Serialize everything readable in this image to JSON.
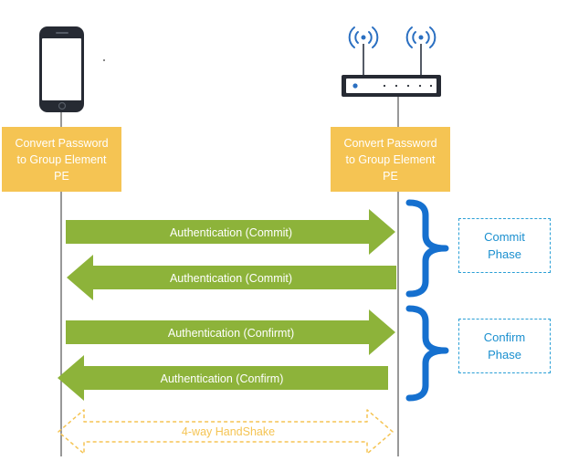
{
  "devices": {
    "left": {
      "name": "smartphone"
    },
    "right": {
      "name": "wireless-router"
    }
  },
  "boxes": {
    "left": {
      "line1": "Convert Password",
      "line2": "to Group Element",
      "line3": "PE"
    },
    "right": {
      "line1": "Convert Password",
      "line2": "to Group Element",
      "line3": "PE"
    }
  },
  "messages": [
    {
      "label": "Authentication (Commit)",
      "direction": "right"
    },
    {
      "label": "Authentication (Commit)",
      "direction": "left"
    },
    {
      "label": "Authentication (Confirmt)",
      "direction": "right"
    },
    {
      "label": "Authentication (Confirm)",
      "direction": "left"
    }
  ],
  "phases": {
    "commit": {
      "line1": "Commit",
      "line2": "Phase"
    },
    "confirm": {
      "line1": "Confirm",
      "line2": "Phase"
    }
  },
  "handshake": {
    "label": "4-way HandShake"
  },
  "colors": {
    "arrow": "#8db33a",
    "box": "#f5c453",
    "brace": "#1570cf",
    "phase_border": "#2a9fd6",
    "handshake": "#f5c453",
    "lifeline": "#555555"
  }
}
